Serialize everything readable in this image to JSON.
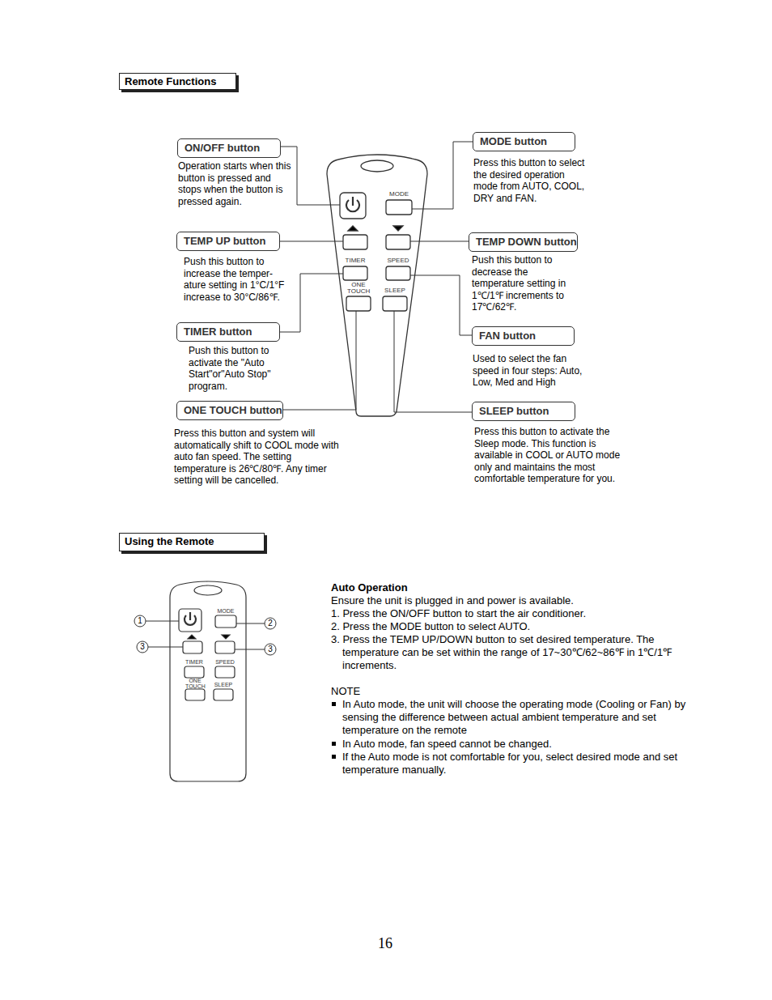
{
  "diagram": {
    "nodes": [
      {
        "text": [
          "Remote Functions"
        ]
      },
      {
        "text": [
          "ON/OFF button",
          "Operation starts when this button is pressed and stops when the button is pressed again."
        ]
      },
      {
        "text": [
          "MODE button",
          "Press this button to select the desired operation mode from AUTO, COOL, DRY and FAN."
        ]
      },
      {
        "text": [
          "TEMP UP button",
          "Push this button to increase the temper- ature setting in 1°C/1°F increase to 30°C/86℉."
        ]
      },
      {
        "text": [
          "TEMP DOWN button",
          "Push this button to decrease the temperature setting in 1℃/1℉ increments to 17℃/62℉."
        ]
      },
      {
        "text": [
          "TIMER button",
          "Push this button to activate the \"Auto Start\"or\"Auto Stop\" program."
        ]
      },
      {
        "text": [
          "FAN button",
          "Used to select the fan speed in four steps: Auto, Low, Med and High"
        ]
      },
      {
        "text": [
          "ONE TOUCH button",
          "Press this button and system will automatically shift to COOL mode with auto fan speed. The setting temperature is 26℃/80℉. Any timer setting will be cancelled."
        ]
      },
      {
        "text": [
          "SLEEP button",
          "Press this button to activate the Sleep mode. This function is available in COOL or AUTO mode only and maintains the most comfortable temperature for you."
        ]
      },
      {
        "text": [
          "Using the Remote"
        ]
      }
    ],
    "labels": [
      "MODE",
      "TIMER",
      "SPEED",
      "ONE TOUCH",
      "SLEEP",
      "1",
      "2",
      "3",
      "3",
      "MODE",
      "TIMER",
      "SPEED",
      "ONE TOUCH",
      "SLEEP",
      "Auto Operation",
      "Ensure the unit is plugged in and power is available.",
      "1. Press the ON/OFF button to start the air conditioner.",
      "2. Press the MODE button to select AUTO.",
      "3. Press the TEMP UP/DOWN button to set desired temperature. The temperature can be set within the range of 17~30℃/62~86℉ in 1℃/1℉ increments.",
      "NOTE",
      "In Auto mode, the unit will choose the operating mode (Cooling or Fan) by sensing the difference between actual ambient temperature and set temperature on the remote",
      "In Auto mode, fan speed cannot be changed.",
      "If the Auto mode is not comfortable for you, select desired mode and set temperature manually.",
      "16"
    ]
  }
}
